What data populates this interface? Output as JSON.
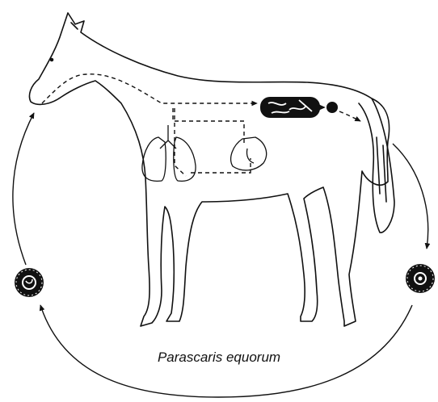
{
  "diagram": {
    "caption": "Parascaris equorum",
    "stages": [
      "horse-host",
      "mouth-ingestion",
      "migration-path",
      "lungs",
      "liver",
      "intestine-adult-worms",
      "egg-shed",
      "egg-in-feces",
      "embryonated-egg"
    ],
    "colors": {
      "line": "#111111",
      "background": "#ffffff"
    }
  }
}
